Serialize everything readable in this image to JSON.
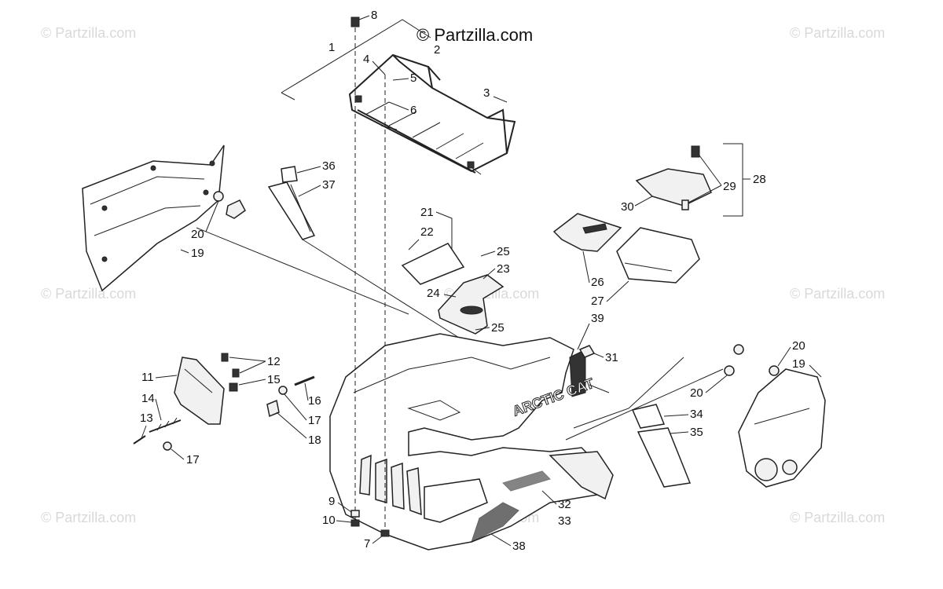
{
  "copyright_label": "© Partzilla.com",
  "watermark_text": "© Partzilla.com",
  "callouts": [
    "1",
    "2",
    "3",
    "4",
    "5",
    "6",
    "7",
    "8",
    "9",
    "10",
    "11",
    "12",
    "13",
    "14",
    "15",
    "16",
    "17",
    "17",
    "18",
    "19",
    "19",
    "20",
    "20",
    "20",
    "21",
    "22",
    "23",
    "24",
    "25",
    "25",
    "26",
    "27",
    "28",
    "29",
    "30",
    "31",
    "32",
    "33",
    "34",
    "35",
    "36",
    "37",
    "38",
    "39"
  ],
  "parts": {
    "rack": "front-rack",
    "fender": "front-fender",
    "left_panel": "left-side-panel",
    "right_panel": "right-side-panel",
    "headlight": "headlight-assembly",
    "storage_tray": "storage-tray",
    "storage_lid": "storage-lid"
  },
  "colors": {
    "line": "#222222",
    "watermark": "#d9d9d9",
    "background": "#ffffff"
  }
}
